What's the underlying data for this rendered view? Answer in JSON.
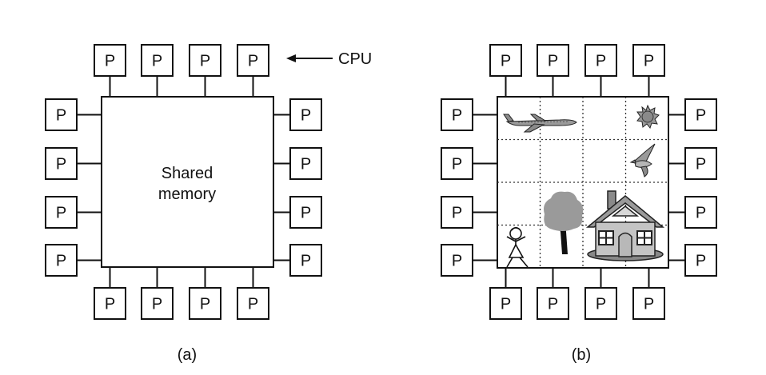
{
  "processor_label": "P",
  "shared_memory_label": [
    "Shared",
    "memory"
  ],
  "cpu_label": "CPU",
  "caption_a": "(a)",
  "caption_b": "(b)",
  "icons_b": [
    "airplane-icon",
    "sun-icon",
    "bird-icon",
    "tree-icon",
    "house-icon",
    "girl-icon"
  ],
  "colors": {
    "line": "#111111",
    "fill": "#ffffff",
    "pictures": "#9a9a9a"
  }
}
